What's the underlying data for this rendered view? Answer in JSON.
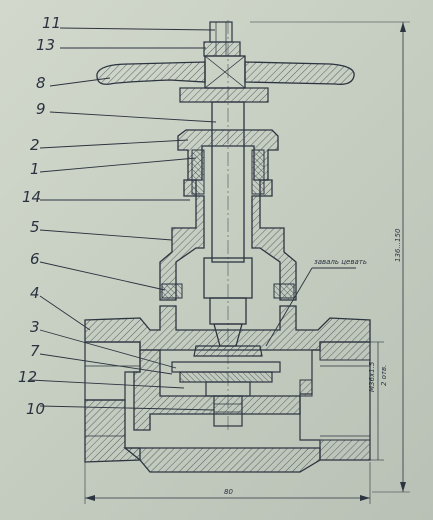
{
  "callouts": [
    {
      "id": "11",
      "text": "11"
    },
    {
      "id": "13",
      "text": "13"
    },
    {
      "id": "8",
      "text": "8"
    },
    {
      "id": "9",
      "text": "9"
    },
    {
      "id": "2",
      "text": "2"
    },
    {
      "id": "1",
      "text": "1"
    },
    {
      "id": "14",
      "text": "14"
    },
    {
      "id": "5",
      "text": "5"
    },
    {
      "id": "6",
      "text": "6"
    },
    {
      "id": "4",
      "text": "4"
    },
    {
      "id": "3",
      "text": "3"
    },
    {
      "id": "7",
      "text": "7"
    },
    {
      "id": "12",
      "text": "12"
    },
    {
      "id": "10",
      "text": "10"
    }
  ],
  "notes": {
    "weld": "заваль цевать",
    "thread_1": "M36x1.5",
    "thread_2": "2 отв."
  },
  "dimensions": {
    "height": "136...150",
    "width": "80"
  },
  "colors": {
    "paper": "#c9d0c4",
    "ink": "#2c3440"
  }
}
